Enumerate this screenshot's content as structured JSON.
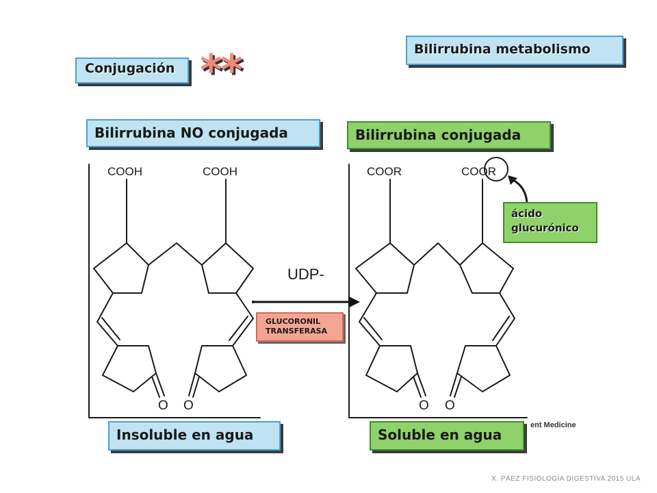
{
  "header": {
    "section_label": "Conjugación",
    "stars": "**",
    "topic_label": "Bilirrubina metabolismo"
  },
  "left_panel": {
    "title": "Bilirrubina NO conjugada",
    "group_top_left": "COOH",
    "group_top_right": "COOH",
    "oxygen_left": "O",
    "oxygen_right": "O",
    "solubility": "Insoluble en agua"
  },
  "right_panel": {
    "title": "Bilirrubina conjugada",
    "group_top_left": "COOR",
    "group_top_right": "COOR",
    "oxygen_left": "O",
    "oxygen_right": "O",
    "solubility": "Soluble en agua",
    "acid_label_line1": "ácido",
    "acid_label_line2": "glucurónico"
  },
  "reaction": {
    "cofactor": "UDP-",
    "enzyme_line1": "GLUCORONIL",
    "enzyme_line2": "TRANSFERASA"
  },
  "credit_text": "ent Medicine",
  "footer": "X. PÁEZ   FISIOLOGÍA DIGESTIVA 2015  ULA",
  "colors": {
    "blue_box": "#bfe3f2",
    "green_box": "#8fd16a",
    "enzyme_box": "#f4a592",
    "stars": "#f08a78"
  }
}
